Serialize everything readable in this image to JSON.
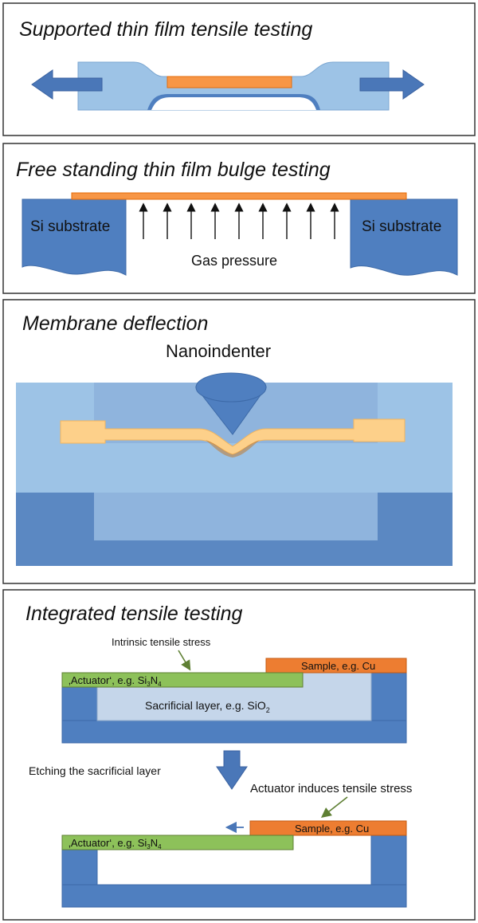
{
  "panels": {
    "tensile": {
      "title": "Supported thin film tensile testing"
    },
    "bulge": {
      "title": "Free standing thin film bulge testing",
      "left_substrate": "Si substrate",
      "right_substrate": "Si substrate",
      "gas_pressure": "Gas pressure"
    },
    "membrane": {
      "title": "Membrane deflection",
      "nanoindenter": "Nanoindenter"
    },
    "integrated": {
      "title": "Integrated tensile testing",
      "intrinsic_stress": "Intrinsic tensile stress",
      "sample_top": "Sample, e.g. Cu",
      "actuator_top_prefix": "‚Actuator‘, e.g. Si",
      "actuator_top_sub1": "3",
      "actuator_top_mid": "N",
      "actuator_top_sub2": "4",
      "sacrificial_prefix": "Sacrificial layer, e.g. SiO",
      "sacrificial_sub": "2",
      "etching": "Etching the sacrificial layer",
      "actuator_induces": "Actuator induces tensile stress",
      "sample_bottom": "Sample, e.g. Cu",
      "actuator_bottom_prefix": "‚Actuator‘, e.g. Si",
      "actuator_bottom_sub1": "3",
      "actuator_bottom_mid": "N",
      "actuator_bottom_sub2": "4"
    }
  },
  "colors": {
    "light_blue": "#9dc3e6",
    "mid_blue": "#8fb4dd",
    "dark_blue": "#4f7fc0",
    "arrow_blue": "#4a77b8",
    "orange": "#f79646",
    "orange_dark": "#e46c0a",
    "sample_orange": "#ed7d31",
    "film_yellow": "#fdd08a",
    "actuator_green": "#8dc15a",
    "sacrificial_blue": "#c5d6ea"
  }
}
